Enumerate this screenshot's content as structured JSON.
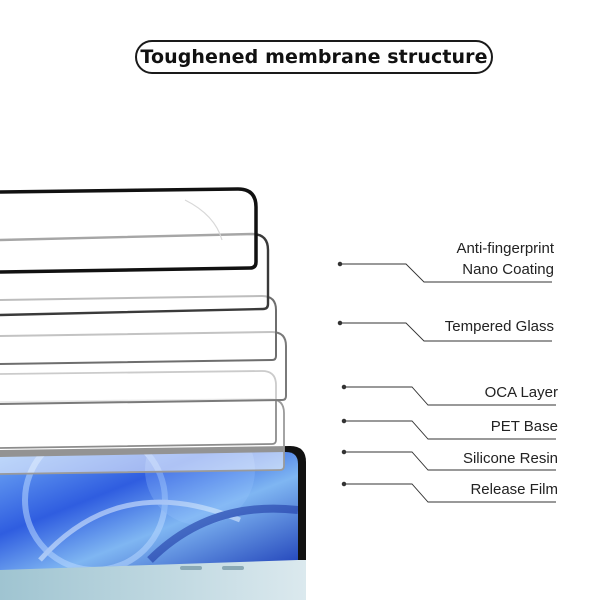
{
  "title": "Toughened membrane structure",
  "layers": [
    {
      "line1": "Anti-fingerprint",
      "line2": "Nano Coating"
    },
    {
      "line1": "Tempered Glass"
    },
    {
      "line1": "OCA Layer"
    },
    {
      "line1": "PET Base"
    },
    {
      "line1": "Silicone Resin"
    },
    {
      "line1": "Release Film"
    }
  ],
  "colors": {
    "frame": "#111111",
    "sheet_edge": "#8a8a8a",
    "screen_blue": "#2f5de0",
    "phone_body": "#c9dde4"
  },
  "icons": [
    "phone-screen-image"
  ]
}
